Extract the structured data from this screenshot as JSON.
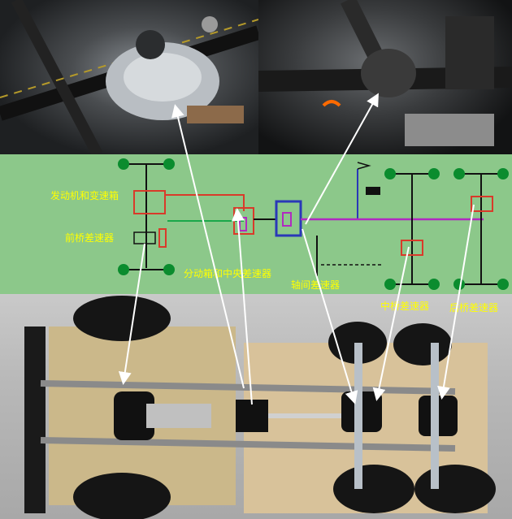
{
  "labels": {
    "engine_transmission": "发动机和变速箱",
    "front_axle_diff": "前桥差速器",
    "transfer_case_center_diff": "分动箱和中央差速器",
    "inter_axle_diff": "轴间差速器",
    "middle_axle_diff": "中桥差速器",
    "rear_axle_diff": "后桥差速器"
  },
  "colors": {
    "diagram_bg": "#8cc88a",
    "label_text": "#ffff00",
    "wheel": "#0b8c2e",
    "shaft_green": "#1aa84a",
    "engine_red": "#d93a2a",
    "center_blue": "#2a38b8",
    "rear_purple": "#b02ac0",
    "axle_black": "#111111",
    "arrow": "#ffffff"
  }
}
